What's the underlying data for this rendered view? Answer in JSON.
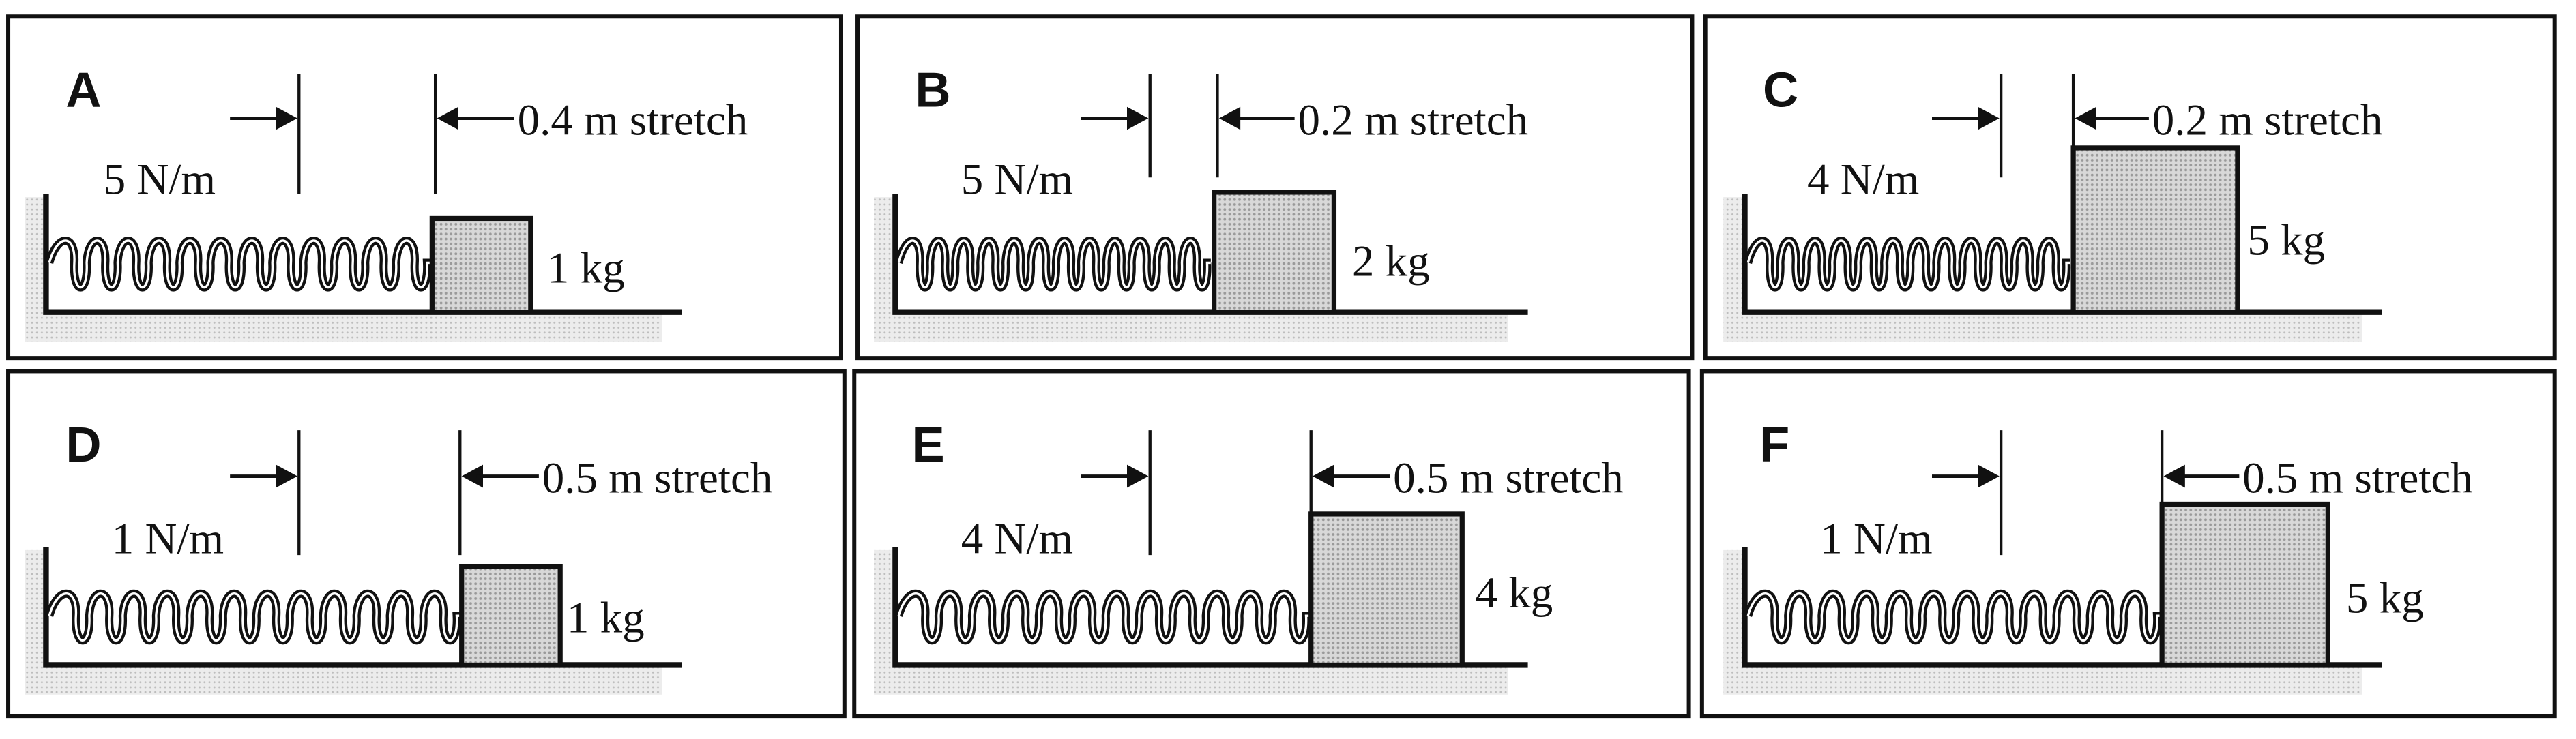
{
  "panels": [
    {
      "letter": "A",
      "spring_constant": "5 N/m",
      "stretch": "0.4 m stretch",
      "mass": "1 kg"
    },
    {
      "letter": "B",
      "spring_constant": "5 N/m",
      "stretch": "0.2 m stretch",
      "mass": "2 kg"
    },
    {
      "letter": "C",
      "spring_constant": "4 N/m",
      "stretch": "0.2 m stretch",
      "mass": "5 kg"
    },
    {
      "letter": "D",
      "spring_constant": "1 N/m",
      "stretch": "0.5 m stretch",
      "mass": "1 kg"
    },
    {
      "letter": "E",
      "spring_constant": "4 N/m",
      "stretch": "0.5 m stretch",
      "mass": "4 kg"
    },
    {
      "letter": "F",
      "spring_constant": "1 N/m",
      "stretch": "0.5 m stretch",
      "mass": "5 kg"
    }
  ],
  "colors": {
    "ink": "#111111",
    "block_fill": "#bdbdbd",
    "floor_shade": "#dcdcdc"
  }
}
